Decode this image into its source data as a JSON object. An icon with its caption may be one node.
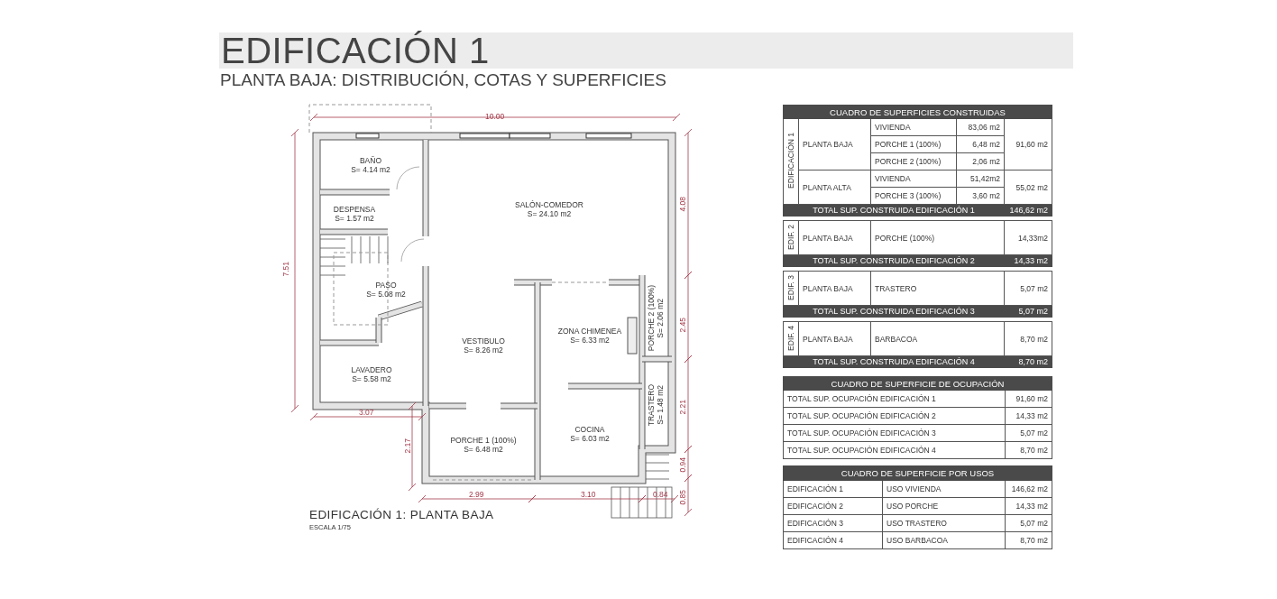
{
  "diagram": {
    "title": "EDIFICACIÓN 1",
    "nodes": [
      {
        "text": [
          "BAÑO",
          "S= 4.14 m2"
        ]
      },
      {
        "text": [
          "DESPENSA",
          "S= 1.57 m2"
        ]
      },
      {
        "text": [
          "SALÓN-COMEDOR",
          "S= 24.10 m2"
        ]
      },
      {
        "text": [
          "PASO",
          "S= 5.08 m2"
        ]
      },
      {
        "text": [
          "VESTIBULO",
          "S= 8.26 m2"
        ]
      },
      {
        "text": [
          "ZONA CHIMENEA",
          "S= 6.33 m2"
        ]
      },
      {
        "text": [
          "PORCHE 2 (100%)",
          "S= 2.06 m2"
        ]
      },
      {
        "text": [
          "LAVADERO",
          "S= 5.58 m2"
        ]
      },
      {
        "text": [
          "TRASTERO",
          "S= 1.48 m2"
        ]
      },
      {
        "text": [
          "PORCHE 1 (100%)",
          "S= 6.48 m2"
        ]
      },
      {
        "text": [
          "COCINA",
          "S= 6.03 m2"
        ]
      }
    ],
    "labels": [
      "PLANTA BAJA: DISTRIBUCIÓN, COTAS Y SUPERFICIES",
      "10.00",
      "7.51",
      "4.08",
      "2.45",
      "2.21",
      "0.94",
      "0.85",
      "3.07",
      "2.17",
      "2.99",
      "3.10",
      "0.84",
      "EDIFICACIÓN 1: PLANTA BAJA",
      "ESCALA 1/75",
      "CUADRO DE SUPERFICIES CONSTRUIDAS",
      "EDIFICACIÓN 1",
      "PLANTA BAJA",
      "VIVIENDA",
      "83,06 m2",
      "PORCHE 1 (100%)",
      "6,48 m2",
      "91,60 m2",
      "PORCHE 2 (100%)",
      "2,06 m2",
      "PLANTA ALTA",
      "VIVIENDA",
      "51,42m2",
      "55,02 m2",
      "PORCHE 3 (100%)",
      "3,60 m2",
      "TOTAL SUP. CONSTRUIDA EDIFICACIÓN 1",
      "146,62 m2",
      "EDIF. 2",
      "PLANTA BAJA",
      "PORCHE (100%)",
      "14,33m2",
      "TOTAL SUP. CONSTRUIDA EDIFICACIÓN 2",
      "14,33 m2",
      "EDIF. 3",
      "PLANTA BAJA",
      "TRASTERO",
      "5,07 m2",
      "TOTAL SUP. CONSTRUIDA EDIFICACIÓN 3",
      "5,07 m2",
      "EDIF. 4",
      "PLANTA BAJA",
      "BARBACOA",
      "8,70 m2",
      "TOTAL SUP. CONSTRUIDA EDIFICACIÓN 4",
      "8,70 m2",
      "CUADRO DE SUPERFICIE DE OCUPACIÓN",
      "TOTAL SUP. OCUPACIÓN EDIFICACIÓN 1",
      "91,60 m2",
      "TOTAL SUP. OCUPACIÓN EDIFICACIÓN 2",
      "14,33 m2",
      "TOTAL SUP. OCUPACIÓN EDIFICACIÓN 3",
      "5,07 m2",
      "TOTAL SUP. OCUPACIÓN EDIFICACIÓN 4",
      "8,70 m2",
      "CUADRO DE SUPERFICIE POR USOS",
      "EDIFICACIÓN 1",
      "USO VIVIENDA",
      "146,62 m2",
      "EDIFICACIÓN 2",
      "USO PORCHE",
      "14,33 m2",
      "EDIFICACIÓN 3",
      "USO TRASTERO",
      "5,07 m2",
      "EDIFICACIÓN 4",
      "USO BARBACOA",
      "8,70 m2"
    ]
  }
}
